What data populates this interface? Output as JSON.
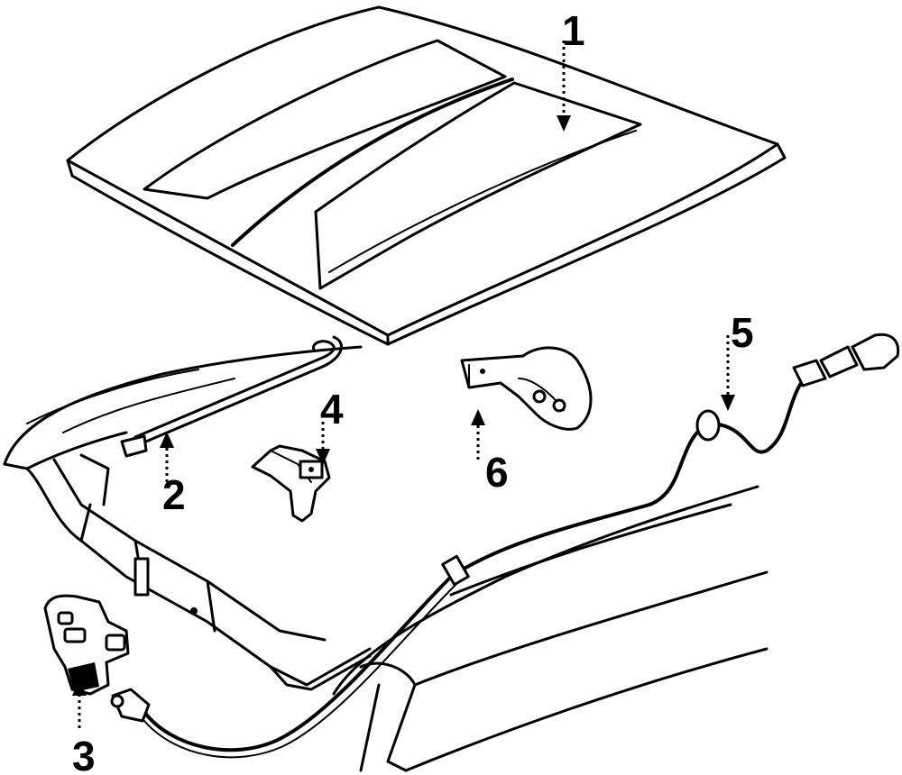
{
  "diagram": {
    "callouts": [
      {
        "id": "hood",
        "label": "1"
      },
      {
        "id": "prop-rod",
        "label": "2"
      },
      {
        "id": "latch",
        "label": "3"
      },
      {
        "id": "striker",
        "label": "4"
      },
      {
        "id": "release-cable",
        "label": "5"
      },
      {
        "id": "hinge",
        "label": "6"
      }
    ],
    "colors": {
      "line": "#000000",
      "background": "#ffffff"
    }
  }
}
